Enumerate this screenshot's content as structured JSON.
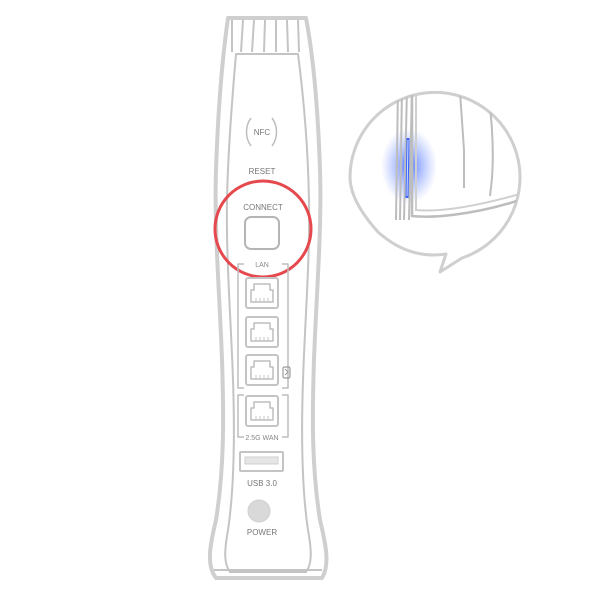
{
  "labels": {
    "nfc": "NFC",
    "reset": "RESET",
    "connect": "CONNECT",
    "lan": "LAN",
    "wan": "2.5G WAN",
    "usb": "USB 3.0",
    "power": "POWER"
  },
  "colors": {
    "highlight_ring": "#e5484d",
    "led_glow": "#2f5bff",
    "outline": "#cfcfcf"
  },
  "icons": [
    "nfc-icon",
    "ethernet-port-icon",
    "usb-port-icon",
    "power-button-icon",
    "speech-bubble-callout"
  ]
}
